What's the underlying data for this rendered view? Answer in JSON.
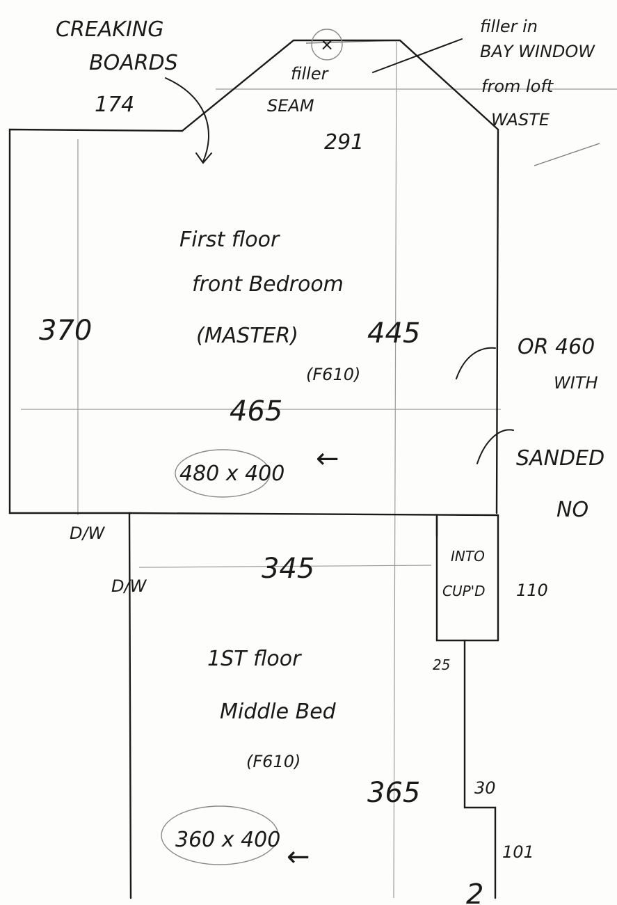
{
  "labels": {
    "creaking_1": "CREAKING",
    "creaking_2": "BOARDS",
    "creaking_val": "174",
    "filler_in_1": "filler in",
    "filler_in_2": "BAY WINDOW",
    "filler_in_3": "from loft",
    "filler_in_4": "WASTE",
    "filler_1": "filler",
    "filler_2": "SEAM",
    "filler_val": "291",
    "room1_line1": "First floor",
    "room1_line2": "front Bedroom",
    "room1_line3": "(MASTER)",
    "room1_code": "(F610)",
    "dim_445": "445",
    "dim_370": "370",
    "dim_465": "465",
    "room1_size": "480 x 400",
    "arrow1": "←",
    "or_text": "OR 460",
    "with_text": "WITH",
    "sanded_text": "SANDED",
    "no_text": "NO",
    "dw_top": "D/W",
    "dw_left": "D/W",
    "dim_345": "345",
    "into_1": "INTO",
    "into_2": "CUP'D",
    "dim_110": "110",
    "dim_25": "25",
    "room2_line1": "1ST floor",
    "room2_line2": "Middle Bed",
    "room2_code": "(F610)",
    "dim_365": "365",
    "dim_30": "30",
    "room2_size": "360 x 400",
    "arrow2": "←",
    "dim_101": "101",
    "corner_2": "2"
  }
}
